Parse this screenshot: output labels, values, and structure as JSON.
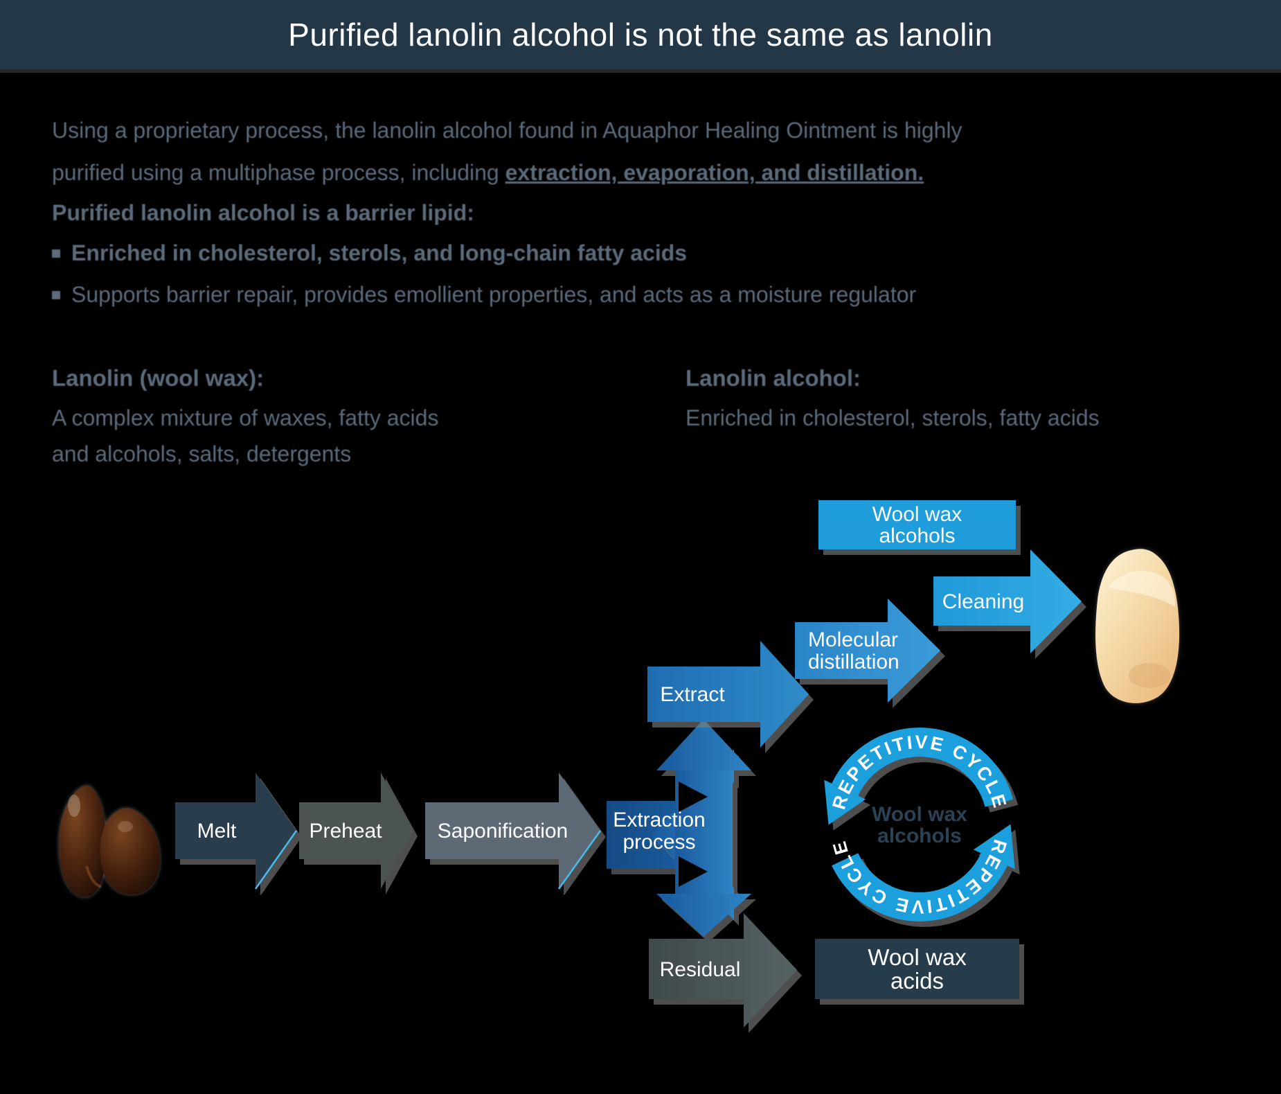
{
  "title": "Purified lanolin alcohol is not the same as lanolin",
  "intro": {
    "line1": "Using a proprietary process, the lanolin alcohol found in Aquaphor Healing Ointment is highly",
    "line2_start": "purified using a multiphase process, including ",
    "line2_emphasis": "extraction, evaporation, and distillation.",
    "barrier_heading": "Purified lanolin alcohol is a barrier lipid:",
    "bullet1": "Enriched in cholesterol, sterols, and long-chain fatty acids",
    "bullet2": "Supports barrier repair, provides emollient properties, and acts as a moisture regulator"
  },
  "comparison": {
    "lanolin": {
      "heading": "Lanolin (wool wax):",
      "line1": "A complex mixture of waxes, fatty acids",
      "line2": "and alcohols, salts, detergents"
    },
    "lanolin_alcohol": {
      "heading": "Lanolin alcohol:",
      "line1": "Enriched in cholesterol, sterols, fatty acids"
    }
  },
  "process": {
    "melt": "Melt",
    "preheat": "Preheat",
    "saponification": "Saponification",
    "extraction_line1": "Extraction",
    "extraction_line2": "process",
    "extract": "Extract",
    "molecular_line1": "Molecular",
    "molecular_line2": "distillation",
    "cleaning": "Cleaning",
    "alcohols_box_line1": "Wool wax",
    "alcohols_box_line2": "alcohols",
    "cycle_label_top": "REPETITIVE CYCLE",
    "cycle_label_bottom": "REPETITIVE CYCLE",
    "cycle_center_line1": "Wool wax",
    "cycle_center_line2": "alcohols",
    "residual": "Residual",
    "acids_box_line1": "Wool wax",
    "acids_box_line2": "acids"
  },
  "colors": {
    "header_bg": "#233747",
    "body_text": "#5b6b7a",
    "melt_arrow": "#2a3d4e",
    "preheat_arrow": "#4c5253",
    "saponification_arrow": "#5d6a76",
    "extraction_blue": "#1d5fa3",
    "extract_blue": "#2379ba",
    "distillation_blue": "#2e8ccd",
    "cleaning_blue": "#28a2de",
    "cycle_blue": "#1f9fdd",
    "dark_box": "#263c4b"
  }
}
